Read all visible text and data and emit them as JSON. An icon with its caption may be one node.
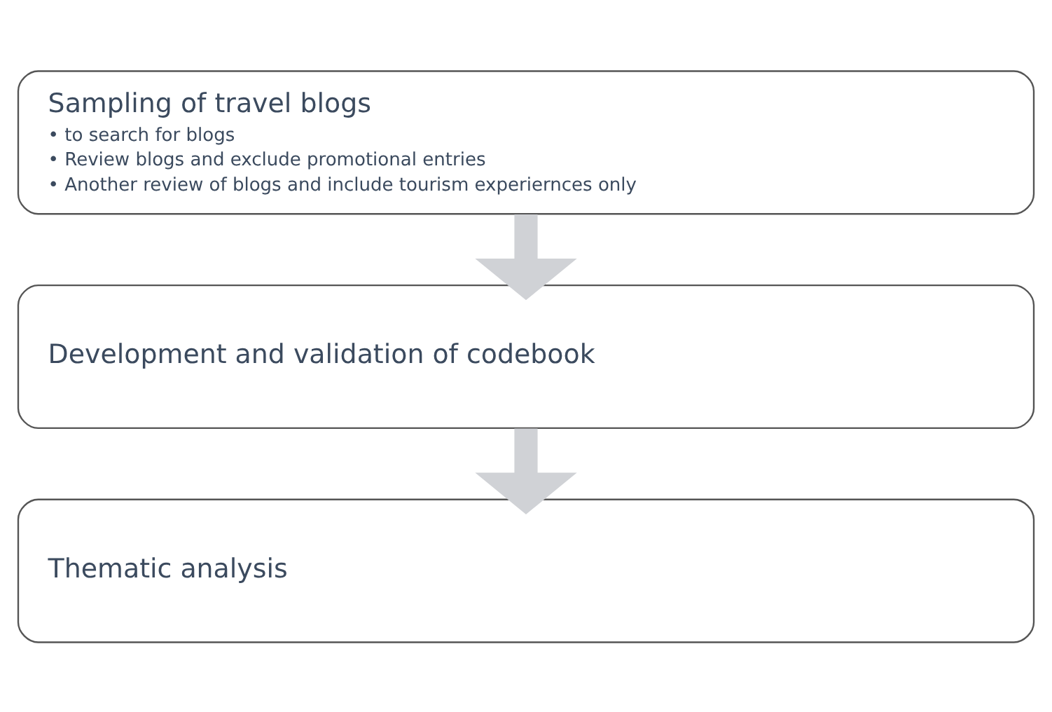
{
  "diagram": {
    "nodes": [
      {
        "text": [
          "Sampling of travel blogs",
          "• to search for blogs",
          "• Review blogs and exclude promotional entries",
          "• Another review of blogs and include tourism experiernces only"
        ]
      },
      {
        "text": [
          "Development and validation of codebook"
        ]
      },
      {
        "text": [
          "Thematic analysis"
        ]
      }
    ],
    "edges": [
      {
        "from": 0,
        "to": 1,
        "arrow": "to"
      },
      {
        "from": 1,
        "to": 2,
        "arrow": "to"
      }
    ]
  }
}
